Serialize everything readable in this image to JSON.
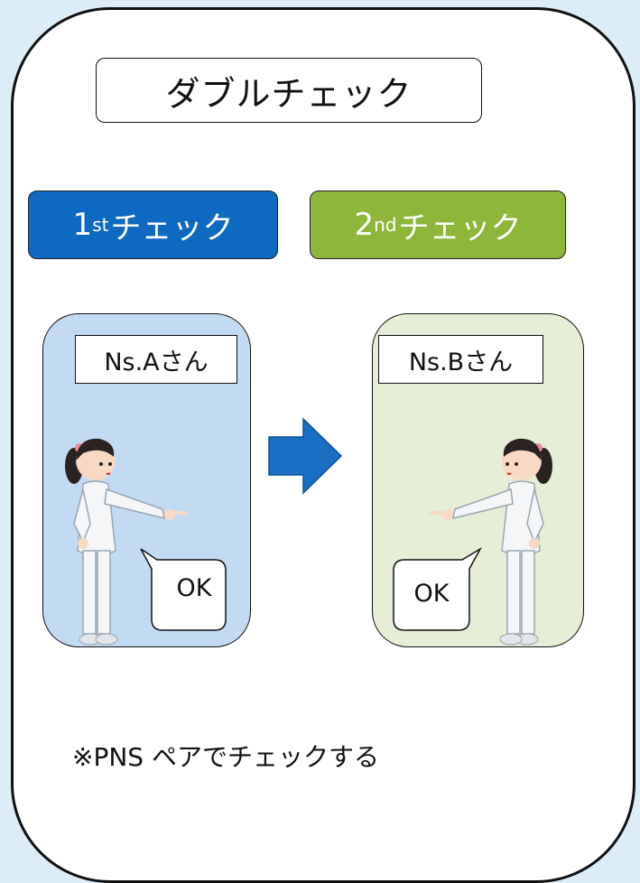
{
  "title": "ダブルチェック",
  "first_check": {
    "ordinal": "1",
    "suffix": "st",
    "label": "チェック",
    "color": "#0e69c0"
  },
  "second_check": {
    "ordinal": "2",
    "suffix": "nd",
    "label": "チェック",
    "color": "#8db63a"
  },
  "nurse_a": {
    "name": "Ns.Aさん",
    "speech": "OK"
  },
  "nurse_b": {
    "name": "Ns.Bさん",
    "speech": "OK"
  },
  "note": "※PNS ペアでチェックする"
}
